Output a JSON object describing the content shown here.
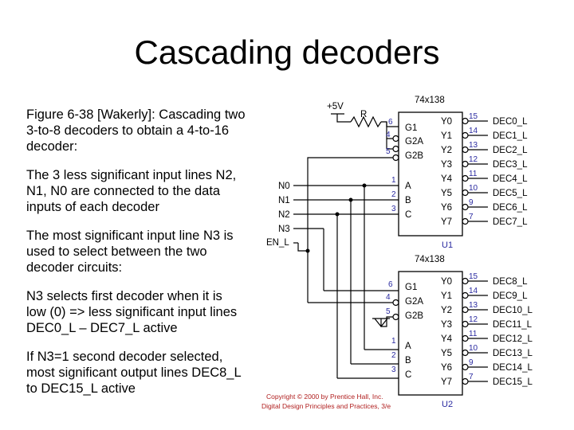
{
  "slide": {
    "title": "Cascading decoders",
    "bullets": [
      "Figure 6-38 [Wakerly]: Cascading two 3-to-8 decoders to obtain a 4-to-16 decoder:",
      "The 3 less significant input lines N2, N1, N0 are connected to the data inputs of each decoder",
      "The most significant input line N3 is used to select between the two decoder circuits:",
      "N3 selects first decoder when it is low (0) => less significant input lines DEC0_L – DEC7_L active",
      "If N3=1 second decoder selected, most significant output lines DEC8_L to DEC15_L active"
    ]
  },
  "circuit": {
    "supply": "+5V",
    "resistor": "R",
    "inputs": [
      "N0",
      "N1",
      "N2",
      "N3",
      "EN_L"
    ],
    "chips": [
      {
        "type": "74x138",
        "name": "U1",
        "enable_labels": [
          "G1",
          "G2A",
          "G2B"
        ],
        "enable_pins": [
          "6",
          "4",
          "5"
        ],
        "select_labels": [
          "A",
          "B",
          "C"
        ],
        "select_pins": [
          "1",
          "2",
          "3"
        ],
        "output_labels": [
          "Y0",
          "Y1",
          "Y2",
          "Y3",
          "Y4",
          "Y5",
          "Y6",
          "Y7"
        ],
        "output_pins": [
          "15",
          "14",
          "13",
          "12",
          "11",
          "10",
          "9",
          "7"
        ],
        "signals": [
          "DEC0_L",
          "DEC1_L",
          "DEC2_L",
          "DEC3_L",
          "DEC4_L",
          "DEC5_L",
          "DEC6_L",
          "DEC7_L"
        ]
      },
      {
        "type": "74x138",
        "name": "U2",
        "enable_labels": [
          "G1",
          "G2A",
          "G2B"
        ],
        "enable_pins": [
          "6",
          "4",
          "5"
        ],
        "select_labels": [
          "A",
          "B",
          "C"
        ],
        "select_pins": [
          "1",
          "2",
          "3"
        ],
        "output_labels": [
          "Y0",
          "Y1",
          "Y2",
          "Y3",
          "Y4",
          "Y5",
          "Y6",
          "Y7"
        ],
        "output_pins": [
          "15",
          "14",
          "13",
          "12",
          "11",
          "10",
          "9",
          "7"
        ],
        "signals": [
          "DEC8_L",
          "DEC9_L",
          "DEC10_L",
          "DEC11_L",
          "DEC12_L",
          "DEC13_L",
          "DEC14_L",
          "DEC15_L"
        ]
      }
    ],
    "copyright": [
      "Copyright © 2000 by Prentice Hall, Inc.",
      "Digital Design Principles and Practices, 3/e"
    ],
    "colors": {
      "line": "#000000",
      "pin_number": "#2a2aa0",
      "copyright": "#b01e1e"
    }
  }
}
